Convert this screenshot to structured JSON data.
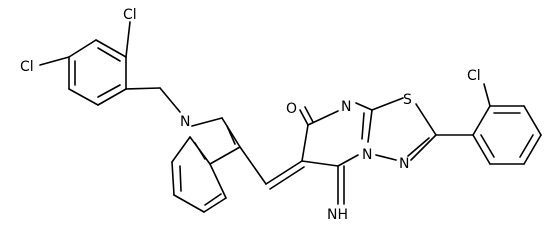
{
  "molecule": {
    "atom_labels": {
      "cl_top": "Cl",
      "cl_left": "Cl",
      "n_indole": "N",
      "o_carbonyl": "O",
      "n_pyrimidine": "N",
      "s_thiadiazole": "S",
      "n_bridge": "N",
      "n_thiadiazole": "N",
      "cl_right": "Cl",
      "imine": "NH"
    },
    "colors": {
      "bonds": "#000000",
      "labels": "#000000",
      "background": "#ffffff"
    }
  }
}
